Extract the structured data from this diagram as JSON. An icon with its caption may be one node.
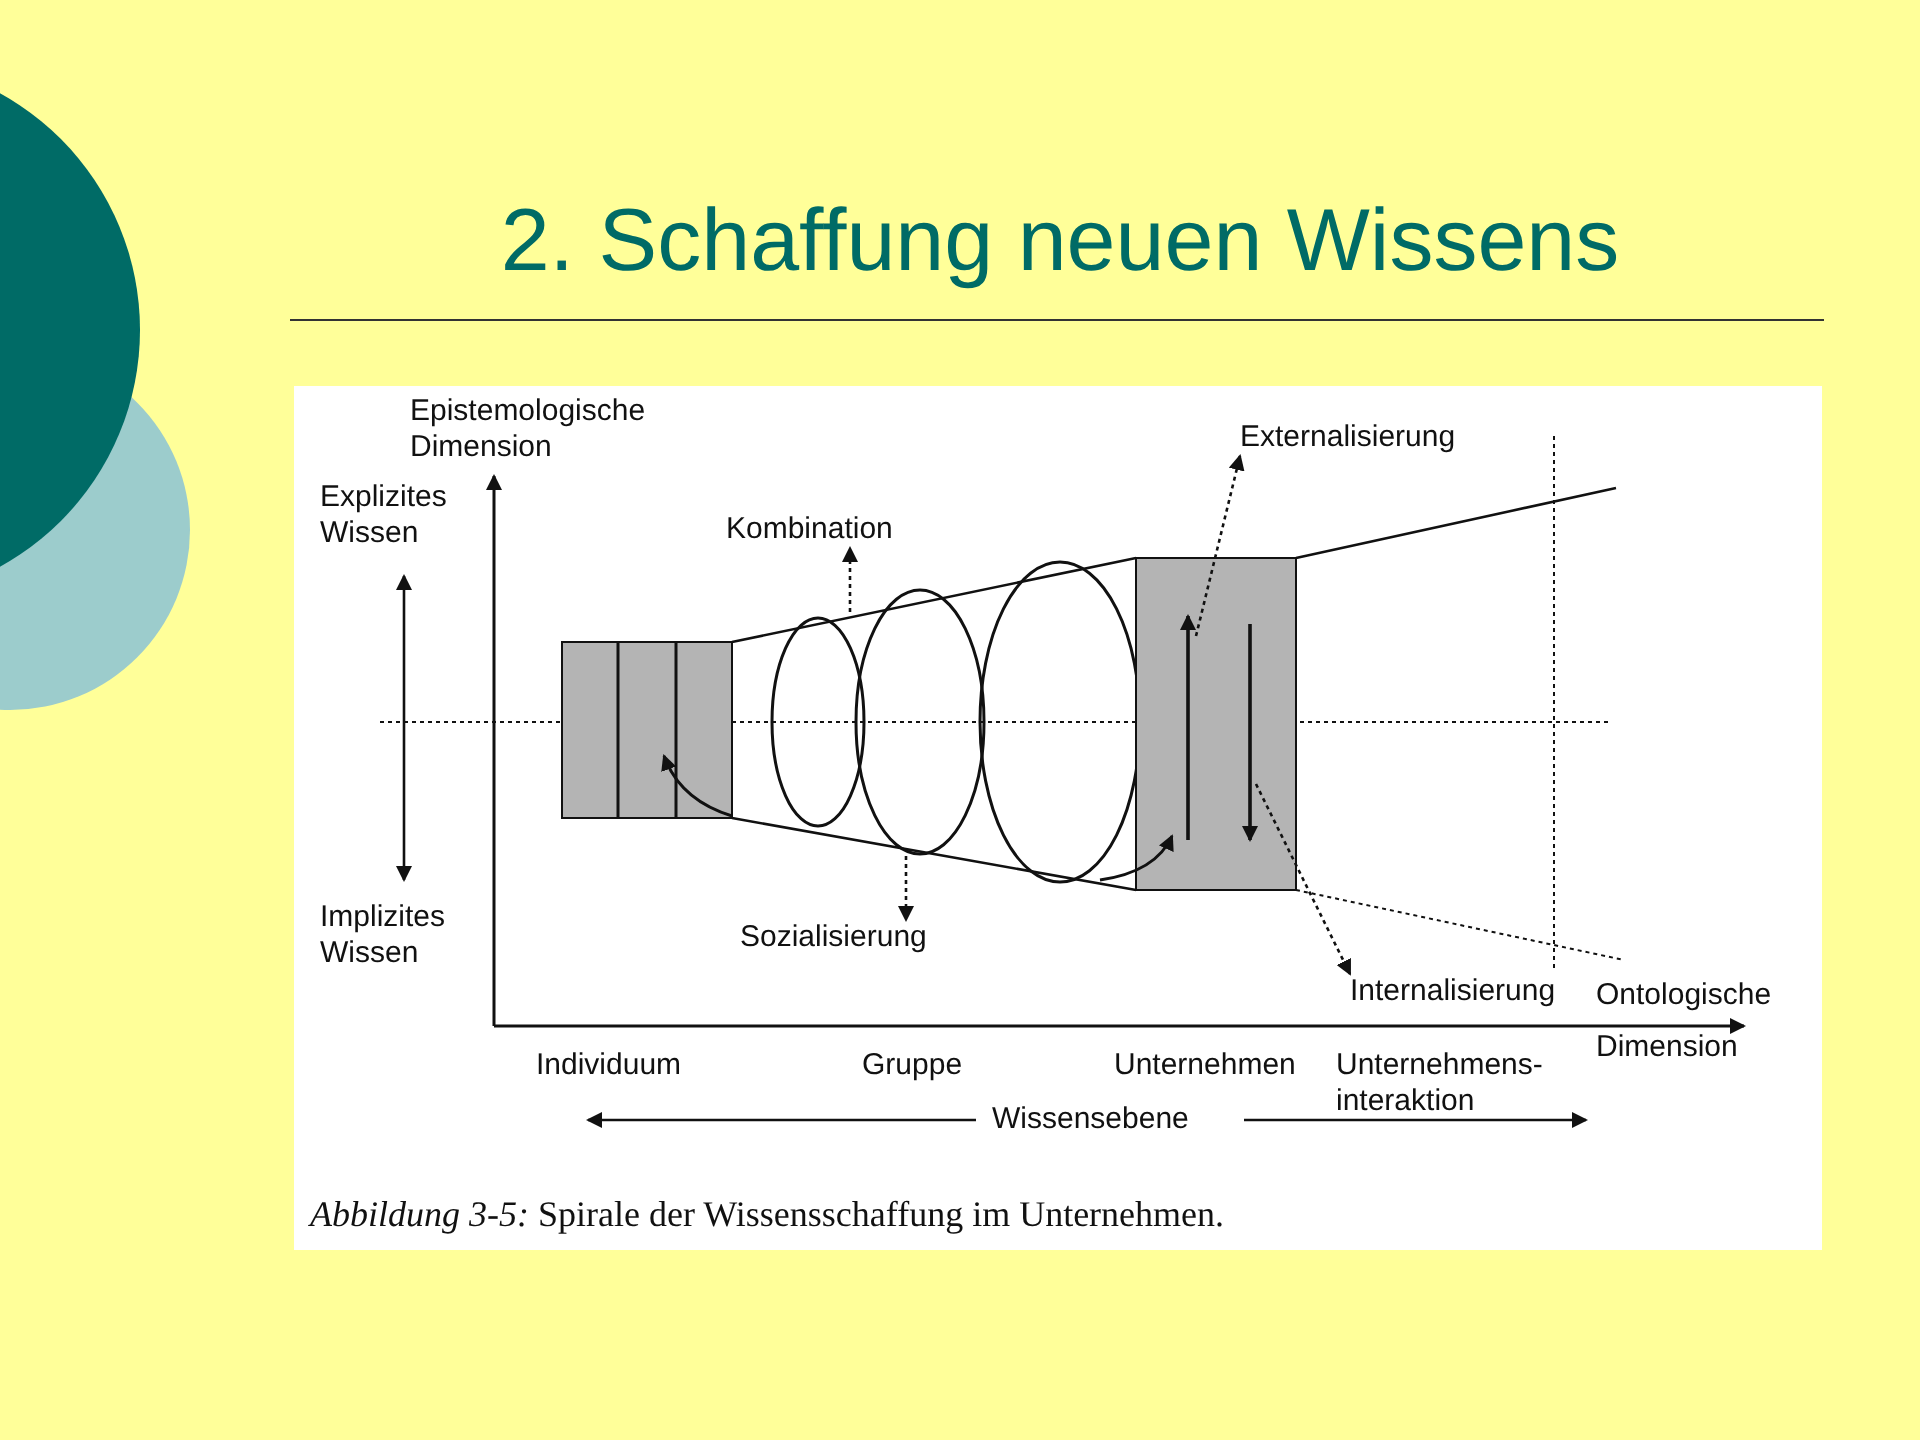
{
  "diagram": {
    "title": "2. Schaffung neuen Wissens",
    "caption": "*Abbildung 3-5:* Spirale der Wissensschaffung im Unternehmen.",
    "nodes": [
      {
        "text": [
          "Kombination"
        ]
      },
      {
        "text": [
          "Externalisierung"
        ]
      },
      {
        "text": [
          "Sozialisierung"
        ]
      },
      {
        "text": [
          "Internalisierung"
        ]
      }
    ],
    "edges": [
      {
        "from": null,
        "to": 0,
        "arrow": "to",
        "style": "dashed"
      },
      {
        "from": null,
        "to": 1,
        "arrow": "to",
        "style": "dashed"
      },
      {
        "from": null,
        "to": 2,
        "arrow": "to",
        "style": "dashed"
      },
      {
        "from": null,
        "to": 3,
        "arrow": "to",
        "style": "dashed"
      }
    ],
    "labels": [
      "Epistemologische Dimension",
      "Explizites Wissen",
      "Implizites Wissen",
      "Individuum",
      "Gruppe",
      "Unternehmen",
      "Unternehmens- interaktion",
      "Ontologische Dimension",
      "Wissensebene"
    ]
  }
}
